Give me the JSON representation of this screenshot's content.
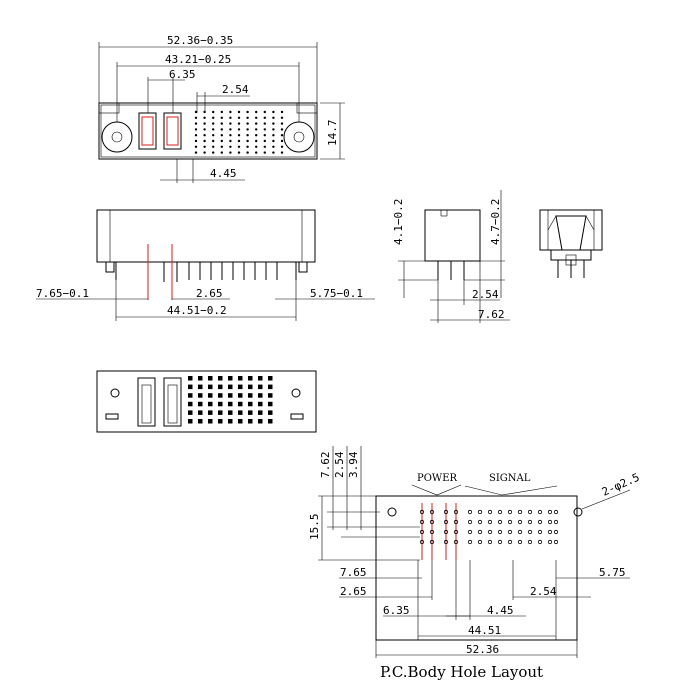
{
  "top_view": {
    "overall_width": "52.36−0.35",
    "mount_width": "43.21−0.25",
    "power_span": "6.35",
    "pitch": "2.54",
    "height": "14.7",
    "bottom_pitch": "4.45"
  },
  "side_view": {
    "left_offset": "7.65−0.1",
    "mid_pitch": "2.65",
    "right_offset": "5.75−0.1",
    "pin_span": "44.51−0.2"
  },
  "end_view": {
    "left_height": "4.1−0.2",
    "right_height": "4.7−0.2",
    "pitch": "2.54",
    "width": "7.62"
  },
  "layout_view": {
    "title": "P.C.Body Hole Layout",
    "power_label": "POWER",
    "signal_label": "SIGNAL",
    "hole_dia": "2-φ2.5",
    "row_spacing": "15.5",
    "v1": "7.62",
    "v2": "2.54",
    "v3": "3.94",
    "d_765": "7.65",
    "d_265": "2.65",
    "d_635": "6.35",
    "d_445": "4.45",
    "d_254": "2.54",
    "d_575": "5.75",
    "d_4451": "44.51",
    "d_5236": "52.36"
  },
  "colors": {
    "line": "#000000",
    "accent": "#d81e1e"
  }
}
